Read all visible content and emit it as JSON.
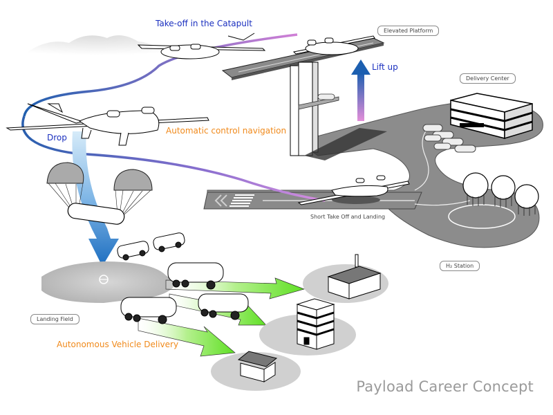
{
  "title": "Payload Career Concept",
  "labels": {
    "takeoff_catapult": "Take-off in the Catapult",
    "lift_up": "Lift up",
    "drop": "Drop",
    "automatic_navigation": "Automatic control navigation",
    "autonomous_delivery": "Autonomous Vehicle Delivery",
    "stol": "Short Take Off and Landing"
  },
  "callouts": {
    "elevated_platform": "Elevated Platform",
    "delivery_center": "Delivery Center",
    "h2_station": "H₂ Station",
    "landing_field": "Landing Field"
  },
  "colors": {
    "flight_path_start": "#1f5fae",
    "flight_path_end": "#d07fd6",
    "label_blue": "#1a2fbf",
    "label_orange": "#f08a1c",
    "ground_gray": "#8c8c8c",
    "delivery_arrow": "#6fe63a",
    "title_gray": "#9a9a9a"
  }
}
